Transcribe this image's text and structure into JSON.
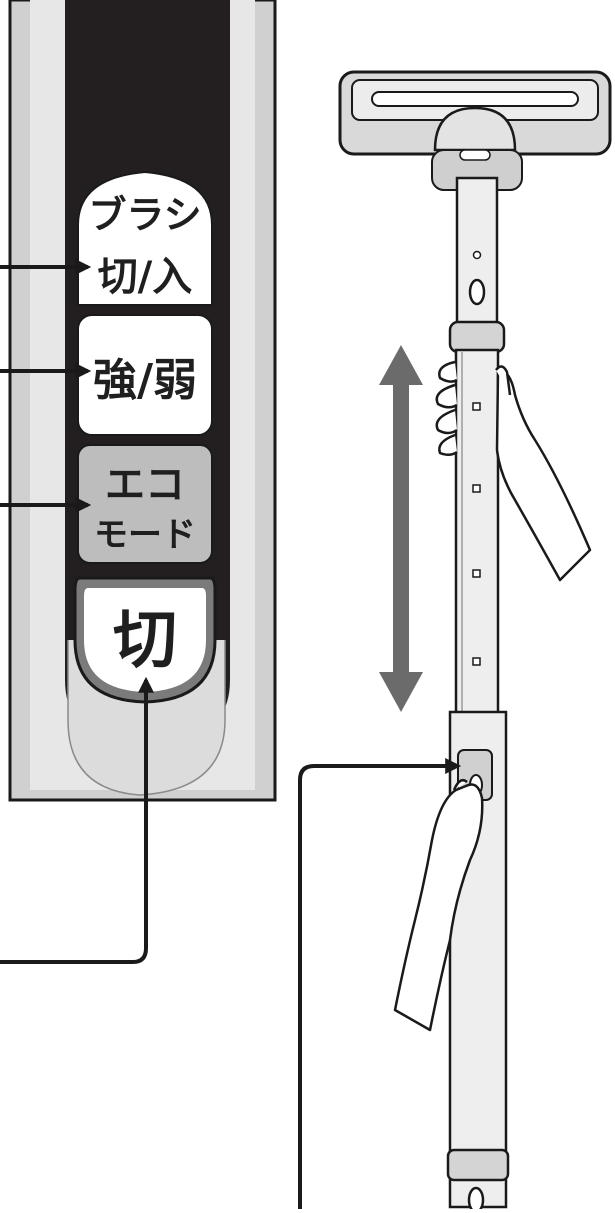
{
  "panel": {
    "buttons": [
      {
        "id": "brush",
        "line1": "ブラシ",
        "line2": "切/入"
      },
      {
        "id": "power",
        "line1": "強/弱"
      },
      {
        "id": "eco",
        "line1": "エコ",
        "line2": "モード"
      },
      {
        "id": "off",
        "line1": "切"
      }
    ]
  },
  "colors": {
    "ink": "#1a1a1a",
    "panel_dark": "#231f20",
    "panel_grey": "#c9c9c9",
    "button_white": "#ffffff",
    "button_grey": "#bdbdbd",
    "arrow_grey": "#6b6b6b",
    "pipe_fill": "#eeeeee"
  },
  "icons": [
    "up-down-arrow-icon",
    "hand-icon",
    "vacuum-head-icon"
  ]
}
